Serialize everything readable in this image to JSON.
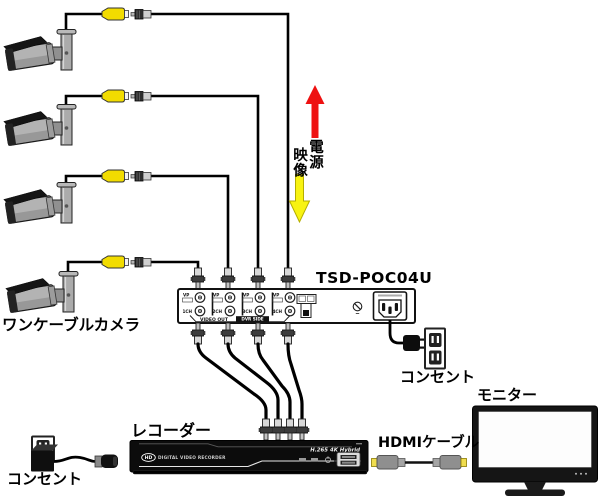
{
  "labels": {
    "one_cable_camera": "ワンケーブルカメラ",
    "outlet_left": "コンセント",
    "outlet_right": "コンセント",
    "recorder": "レコーダー",
    "monitor": "モニター",
    "hdmi_cable": "HDMIケーブル",
    "power": "電源",
    "video": "映像"
  },
  "poc": {
    "model": "TSD-POC04U",
    "vp_label": "VP",
    "channels": [
      "1CH",
      "2CH",
      "3CH",
      "4CH"
    ],
    "video_out": "VIDEO OUT",
    "dvr_side": "DVR SIDE"
  },
  "recorder": {
    "hd_badge": "HD",
    "name": "DIGITAL VIDEO RECORDER",
    "spec": "H.265 4K Hybrid"
  },
  "colors": {
    "power_arrow": "#ee1111",
    "video_arrow": "#f8f312",
    "connector_yellow": "#f2dc00",
    "cable": "#000000"
  }
}
